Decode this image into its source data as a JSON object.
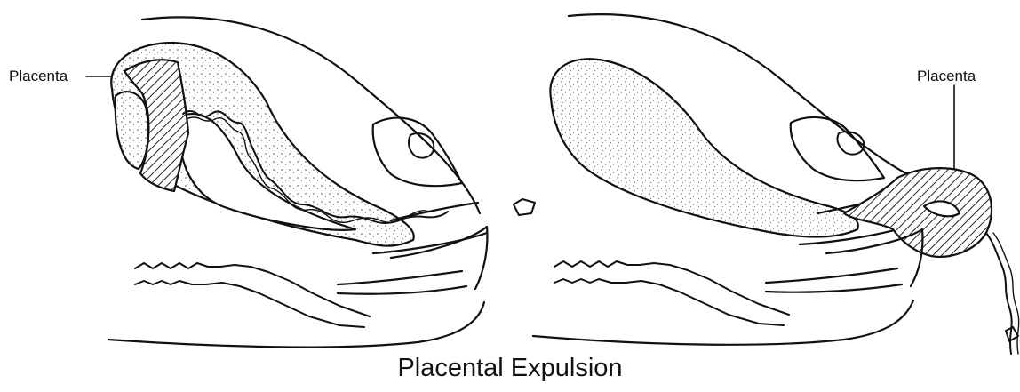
{
  "diagram": {
    "caption": "Placental Expulsion",
    "panels": [
      {
        "id": "left",
        "label": "Placenta"
      },
      {
        "id": "right",
        "label": "Placenta"
      }
    ]
  },
  "style": {
    "ink": "#111111",
    "hatch": "#222222",
    "stipple": "#555555",
    "background": "#ffffff"
  }
}
